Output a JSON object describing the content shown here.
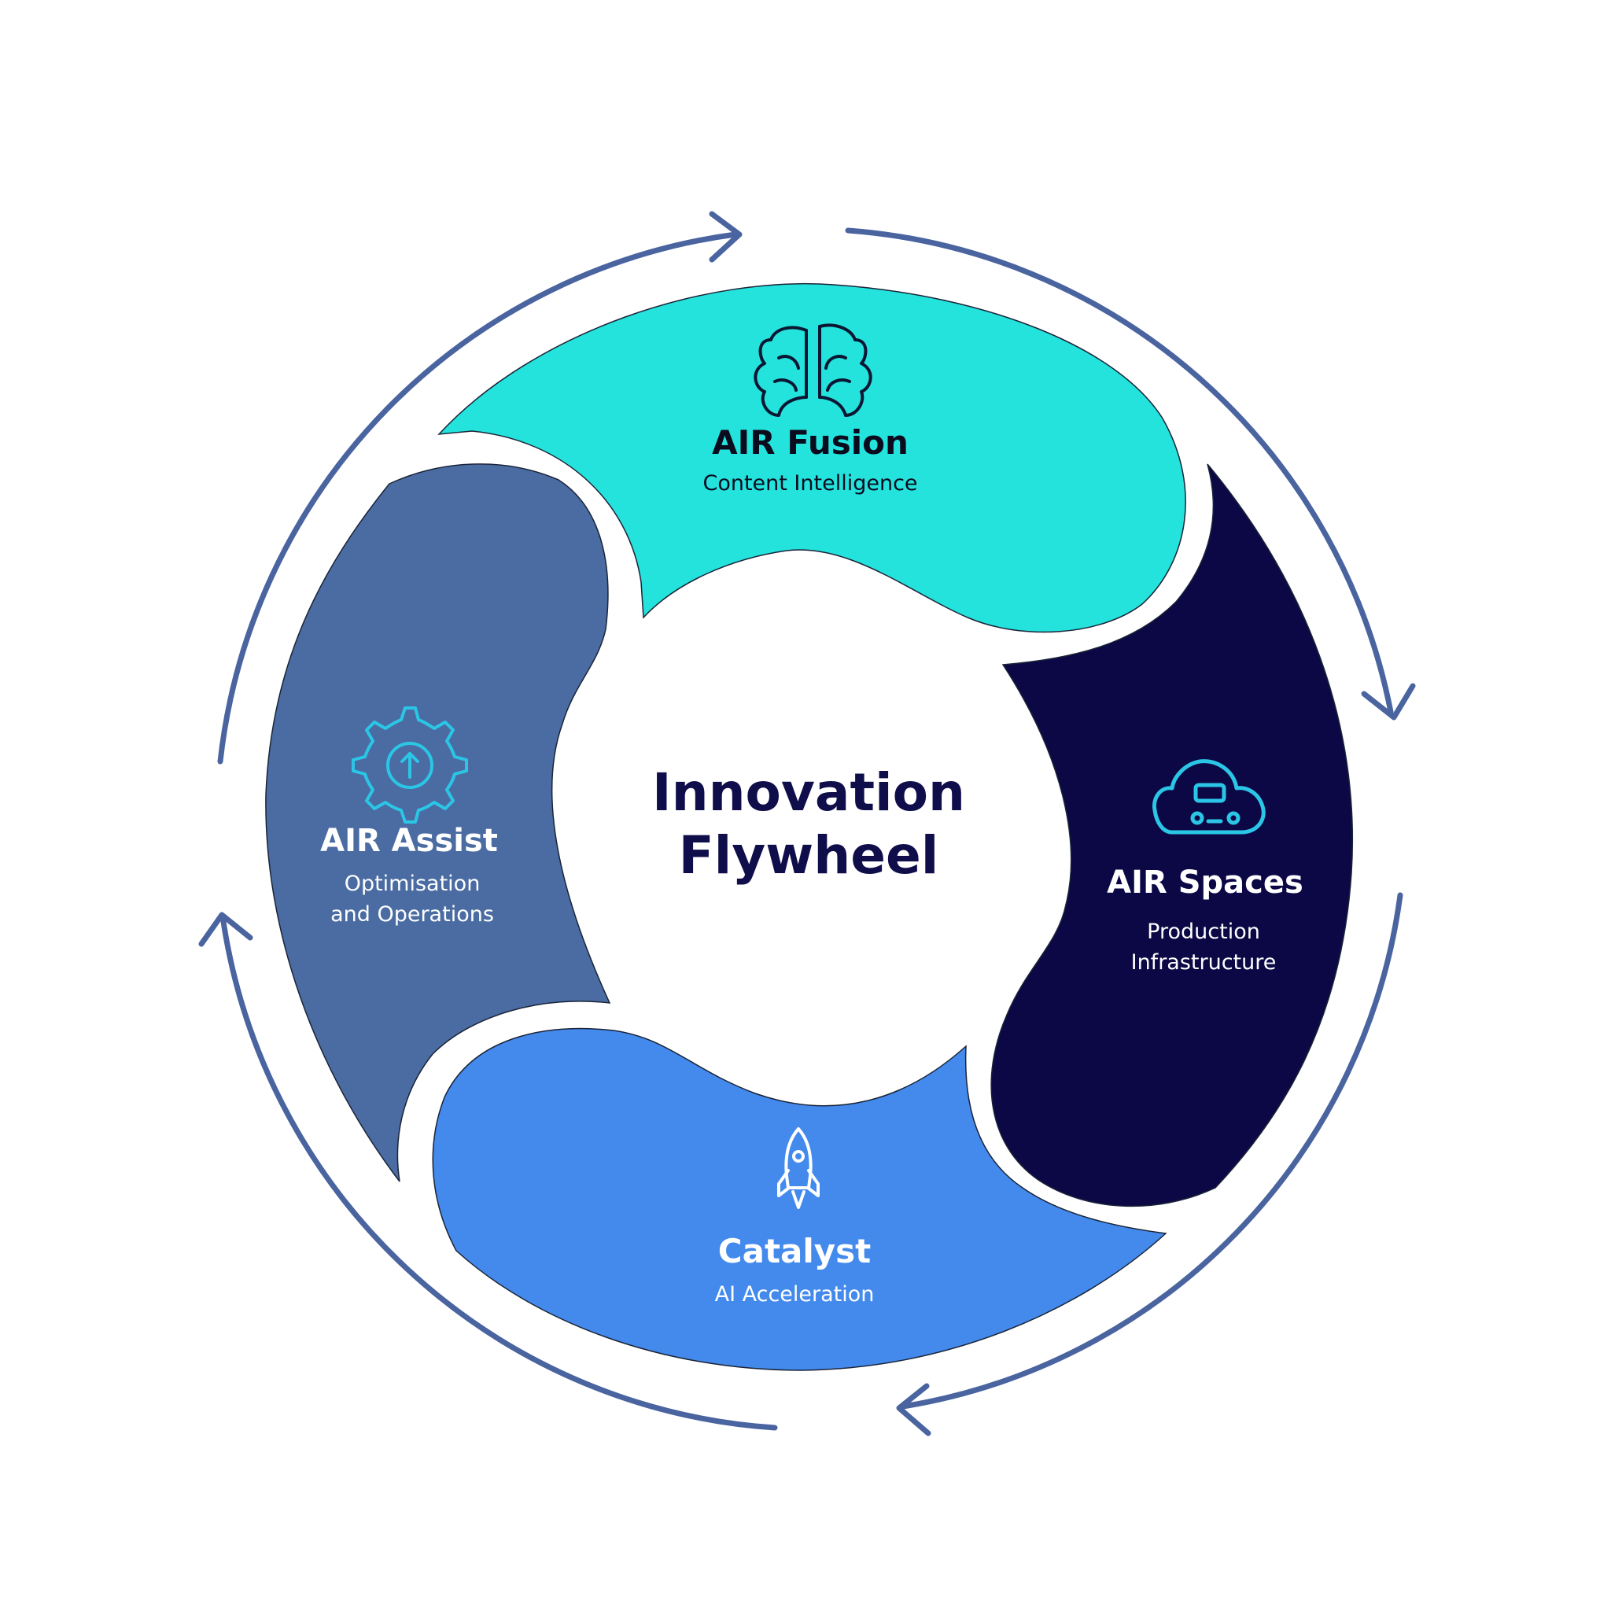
{
  "center": {
    "line1": "Innovation",
    "line2": "Flywheel"
  },
  "segments": {
    "fusion": {
      "title": "AIR Fusion",
      "sub1": "Content Intelligence",
      "sub2": "",
      "icon": "brain-icon"
    },
    "spaces": {
      "title": "AIR Spaces",
      "sub1": "Production",
      "sub2": "Infrastructure",
      "icon": "cloud-server-icon"
    },
    "catalyst": {
      "title": "Catalyst",
      "sub1": "AI Acceleration",
      "sub2": "",
      "icon": "rocket-icon"
    },
    "assist": {
      "title": "AIR Assist",
      "sub1": "Optimisation",
      "sub2": "and Operations",
      "icon": "gear-arrow-icon"
    }
  },
  "colors": {
    "fusion": "#24e3dc",
    "spaces": "#0b0845",
    "catalyst": "#438aec",
    "assist": "#4a6ca2",
    "arrows": "#4a64a0",
    "center_text": "#0f0d4a",
    "icon_cyan": "#2bc6e6"
  }
}
